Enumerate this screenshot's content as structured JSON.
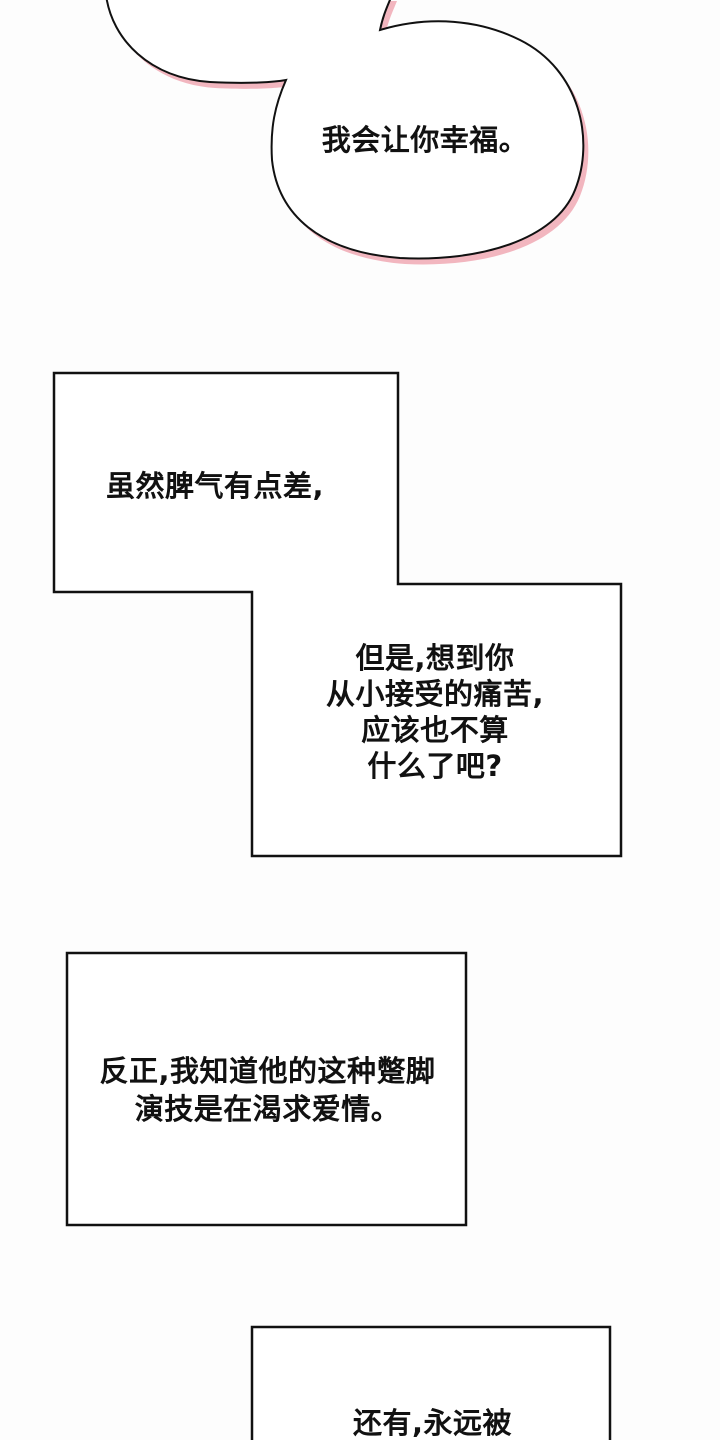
{
  "colors": {
    "background": "#fdfdfd",
    "outline": "#111111",
    "bubble_fill": "#ffffff",
    "bubble_shadow": "#f2b6bf",
    "text": "#111111"
  },
  "speech_bubble": {
    "text": "我会让你幸福。"
  },
  "caption_stepped": {
    "top_text": "虽然脾气有点差,",
    "bottom_text": "但是,想到你\n从小接受的痛苦,\n应该也不算\n什么了吧?"
  },
  "caption_middle": {
    "text": "反正,我知道他的这种蹩脚\n演技是在渴求爱情。"
  },
  "caption_bottom": {
    "text": "还有,永远被"
  }
}
